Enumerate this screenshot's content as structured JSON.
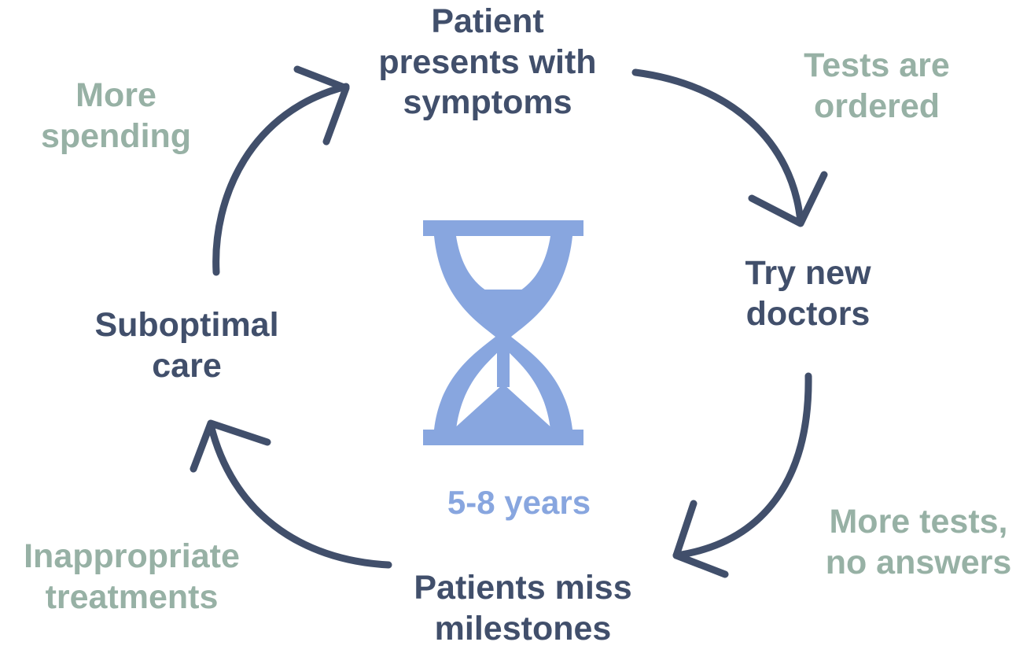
{
  "stages": {
    "presents": [
      "Patient",
      "presents with",
      "symptoms"
    ],
    "doctors": [
      "Try new",
      "doctors"
    ],
    "milestones": [
      "Patients miss",
      "milestones"
    ],
    "suboptimal": [
      "Suboptimal",
      "care"
    ]
  },
  "transitions": {
    "spending": [
      "More",
      "spending"
    ],
    "tests": [
      "Tests are",
      "ordered"
    ],
    "more_tests": [
      "More tests,",
      "no answers"
    ],
    "treatments": [
      "Inappropriate",
      "treatments"
    ]
  },
  "duration": "5-8 years",
  "icons": {
    "center": "hourglass-icon"
  },
  "colors": {
    "stage_text": "#414f6b",
    "side_text": "#97b1a5",
    "arrow": "#414f6b",
    "hourglass": "#88a6df"
  }
}
